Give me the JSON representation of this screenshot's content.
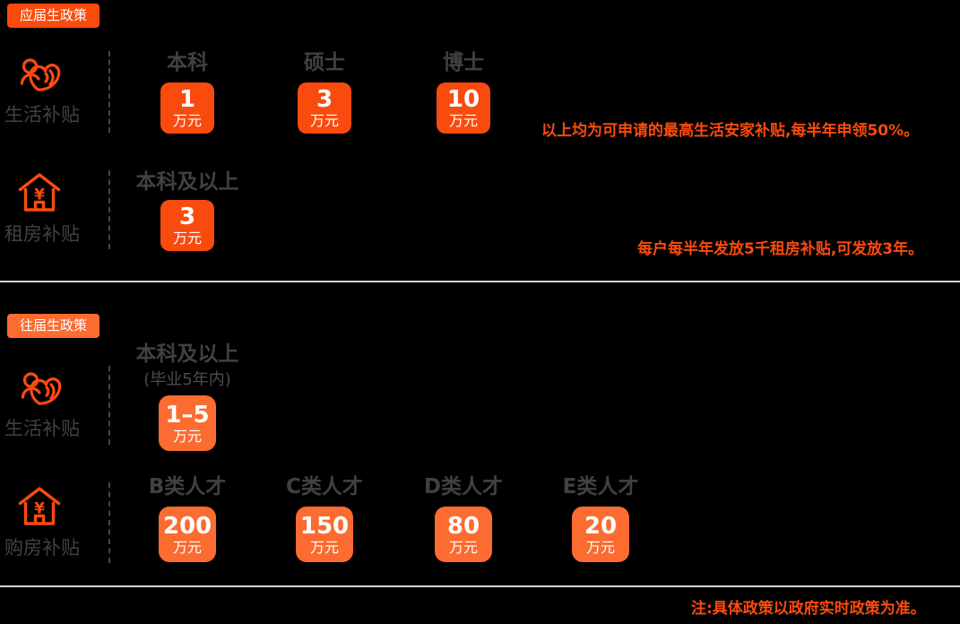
{
  "colors": {
    "background": "#000000",
    "accent_red": "#fa4b0f",
    "accent_orange": "#fc6b30",
    "label_gray": "#414141",
    "subtle_gray": "#4c4c4c",
    "dash_gray": "#454545",
    "divider": "#d4d4d4",
    "badge_text": "#ffffff"
  },
  "fresh": {
    "badge": "应届生政策",
    "life": {
      "label": "生活补贴",
      "cols": [
        {
          "title": "本科",
          "value": "1",
          "unit": "万元"
        },
        {
          "title": "硕士",
          "value": "3",
          "unit": "万元"
        },
        {
          "title": "博士",
          "value": "10",
          "unit": "万元"
        }
      ],
      "note": "以上均为可申请的最高生活安家补贴,每半年申领50%。"
    },
    "rent": {
      "label": "租房补贴",
      "cols": [
        {
          "title": "本科及以上",
          "value": "3",
          "unit": "万元"
        }
      ],
      "note": "每户每半年发放5千租房补贴,可发放3年。"
    }
  },
  "previous": {
    "badge": "往届生政策",
    "life": {
      "label": "生活补贴",
      "cols": [
        {
          "title": "本科及以上",
          "subtitle": "(毕业5年内)",
          "value": "1–5",
          "unit": "万元"
        }
      ]
    },
    "purchase": {
      "label": "购房补贴",
      "cols": [
        {
          "title": "B类人才",
          "value": "200",
          "unit": "万元"
        },
        {
          "title": "C类人才",
          "value": "150",
          "unit": "万元"
        },
        {
          "title": "D类人才",
          "value": "80",
          "unit": "万元"
        },
        {
          "title": "E类人才",
          "value": "20",
          "unit": "万元"
        }
      ]
    }
  },
  "footer": {
    "note": "注:具体政策以政府实时政策为准。"
  }
}
